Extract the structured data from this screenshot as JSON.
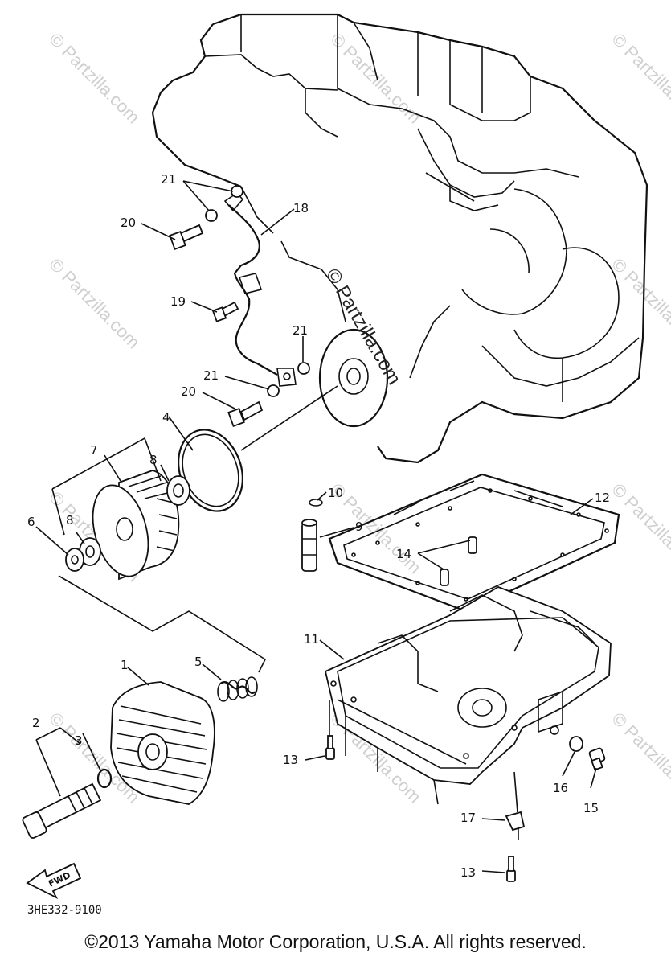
{
  "watermarks": {
    "center": "© Partzilla.com",
    "faint": "© Partzilla.com"
  },
  "callouts": {
    "c1": "1",
    "c2": "2",
    "c3": "3",
    "c4": "4",
    "c5": "5",
    "c6": "6",
    "c7": "7",
    "c8a": "8",
    "c8b": "8",
    "c9": "9",
    "c10": "10",
    "c11": "11",
    "c12": "12",
    "c13a": "13",
    "c13b": "13",
    "c14": "14",
    "c15": "15",
    "c16": "16",
    "c17": "17",
    "c18": "18",
    "c19": "19",
    "c20a": "20",
    "c20b": "20",
    "c21a": "21",
    "c21b": "21",
    "c21c": "21"
  },
  "fwd_label": "FWD",
  "diagram_code": "3HE332-9100",
  "copyright": "©2013 Yamaha Motor Corporation, U.S.A. All rights reserved."
}
